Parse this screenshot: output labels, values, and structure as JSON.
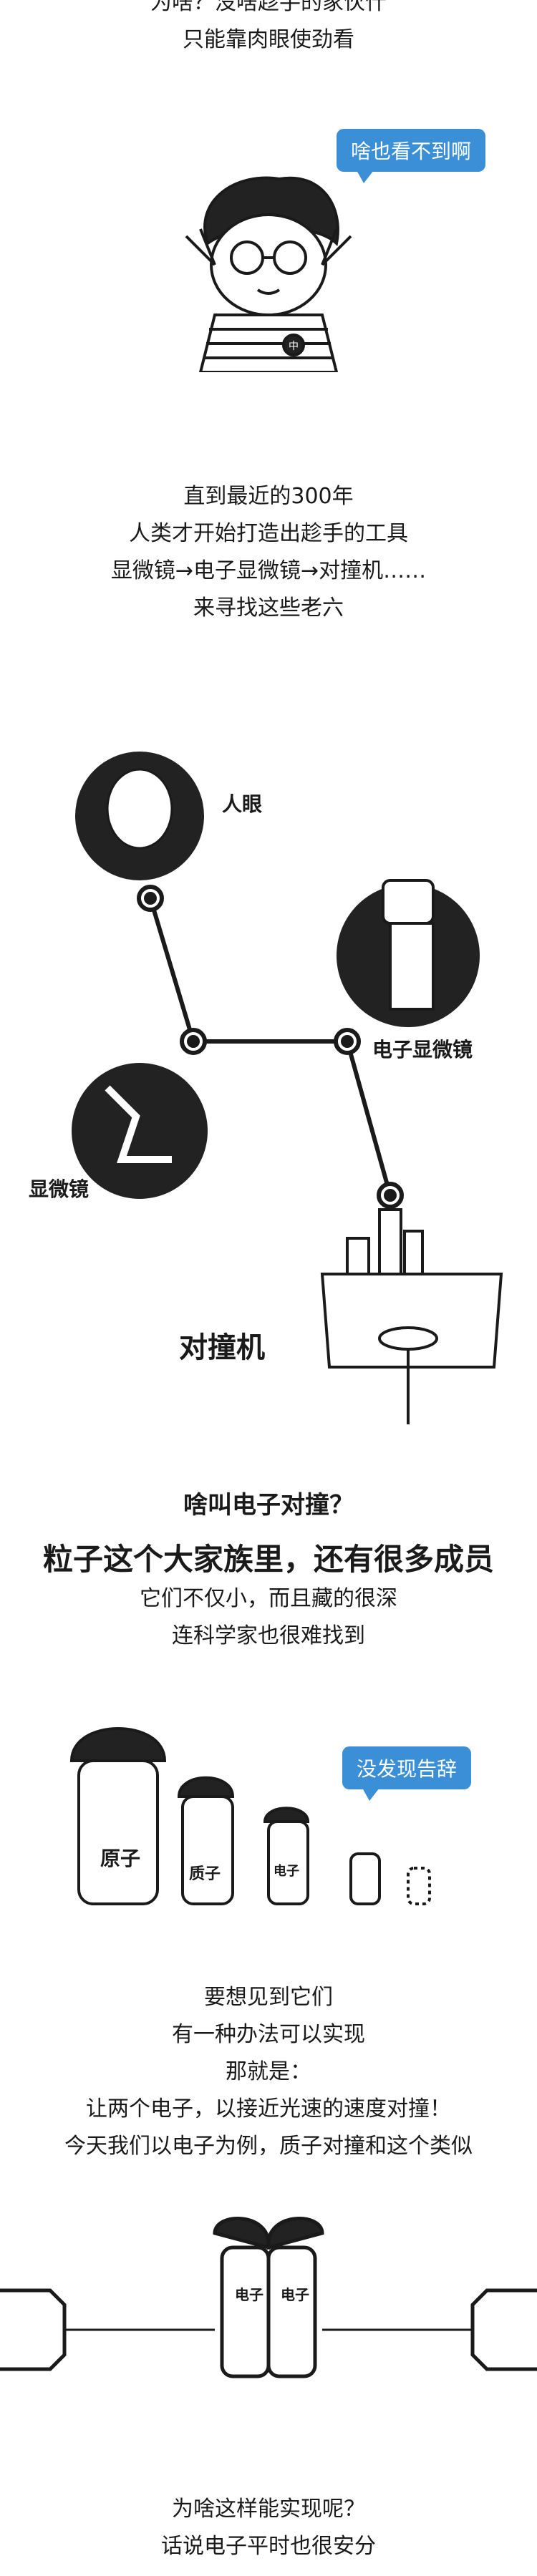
{
  "intro": {
    "line1": "为啥？没啥趁手的家伙什",
    "line2": "只能靠肉眼使劲看"
  },
  "bubble1": "啥也看不到啊",
  "tools_text": {
    "line1": "直到最近的300年",
    "line2": "人类才开始打造出趁手的工具",
    "line3": "显微镜→电子显微镜→对撞机……",
    "line4": "来寻找这些老六"
  },
  "diagram": {
    "eye_label": "人眼",
    "electron_microscope_label": "电子显微镜",
    "microscope_label": "显微镜",
    "collider_label": "对撞机",
    "shirt_logo": "中"
  },
  "section_title": "啥叫电子对撞？",
  "particles_text": {
    "heading": "粒子这个大家族里，还有很多成员",
    "line1": "它们不仅小，而且藏的很深",
    "line2": "连科学家也很难找到"
  },
  "bubble2": "没发现告辞",
  "family_labels": [
    "原子",
    "质子",
    "电子"
  ],
  "collision_text": {
    "line1": "要想见到它们",
    "line2": "有一种办法可以实现",
    "line3": "那就是：",
    "line4": "让两个电子，以接近光速的速度对撞！",
    "line5": "今天我们以电子为例，质子对撞和这个类似"
  },
  "collide_labels": [
    "电子",
    "电子"
  ],
  "closing_text": {
    "line1": "为啥这样能实现呢？",
    "line2": "话说电子平时也很安分"
  }
}
